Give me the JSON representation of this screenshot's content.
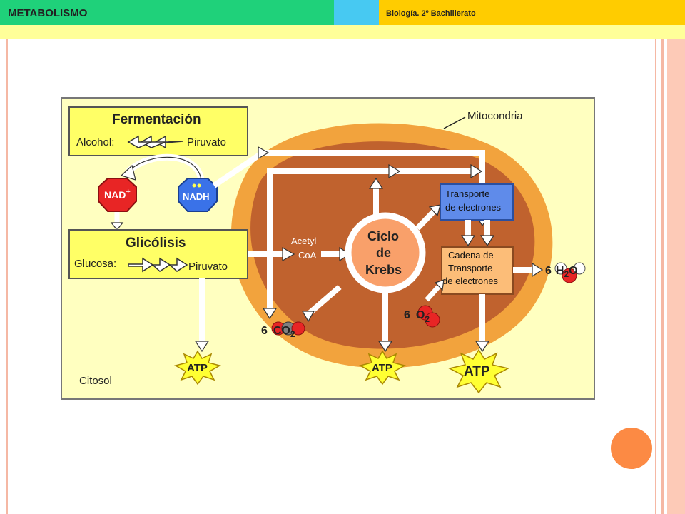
{
  "header": {
    "title": "METABOLISMO",
    "subtitle": "Biología. 2º Bachillerato"
  },
  "diagram": {
    "fermentation": {
      "title": "Fermentación",
      "alcohol": "Alcohol:",
      "pyruvate": "Piruvato"
    },
    "nad": "NAD",
    "nad_sup": "+",
    "nadh": "NADH",
    "glycolysis": {
      "title": "Glicólisis",
      "glucose": "Glucosa:",
      "pyruvate": "Piruvato"
    },
    "mitochondria": "Mitocondria",
    "acetyl": "Acetyl",
    "coa": "CoA",
    "krebs": [
      "Ciclo",
      "de",
      "Krebs"
    ],
    "transport": [
      "Transporte",
      "de electrones"
    ],
    "chain": [
      "Cadena de",
      "Transporte",
      "de electrones"
    ],
    "co2": {
      "coef": "6",
      "label": "CO",
      "sub": "2"
    },
    "o2": {
      "coef": "6",
      "label": "O",
      "sub": "2"
    },
    "h2o": {
      "coef": "6",
      "h": "H",
      "sub": "2",
      "o": "O"
    },
    "atp": "ATP",
    "cytosol": "Citosol"
  },
  "colors": {
    "header_green": "#1fd17a",
    "header_cyan": "#47c9f2",
    "header_gold": "#ffcc00",
    "header_band": "#ffff99",
    "panel": "#ffffc0",
    "box_yellow": "#ffff66",
    "mito_outer": "#f2a33d",
    "mito_inner": "#c0622e",
    "krebs": "#f9a06a",
    "transport_box": "#5f8bea",
    "chain_box": "#fcbd78",
    "nad_red": "#e82525",
    "nadh_blue": "#3a72e8",
    "atp_yellow": "#ffff33",
    "accent_circle": "#fc8a44"
  }
}
